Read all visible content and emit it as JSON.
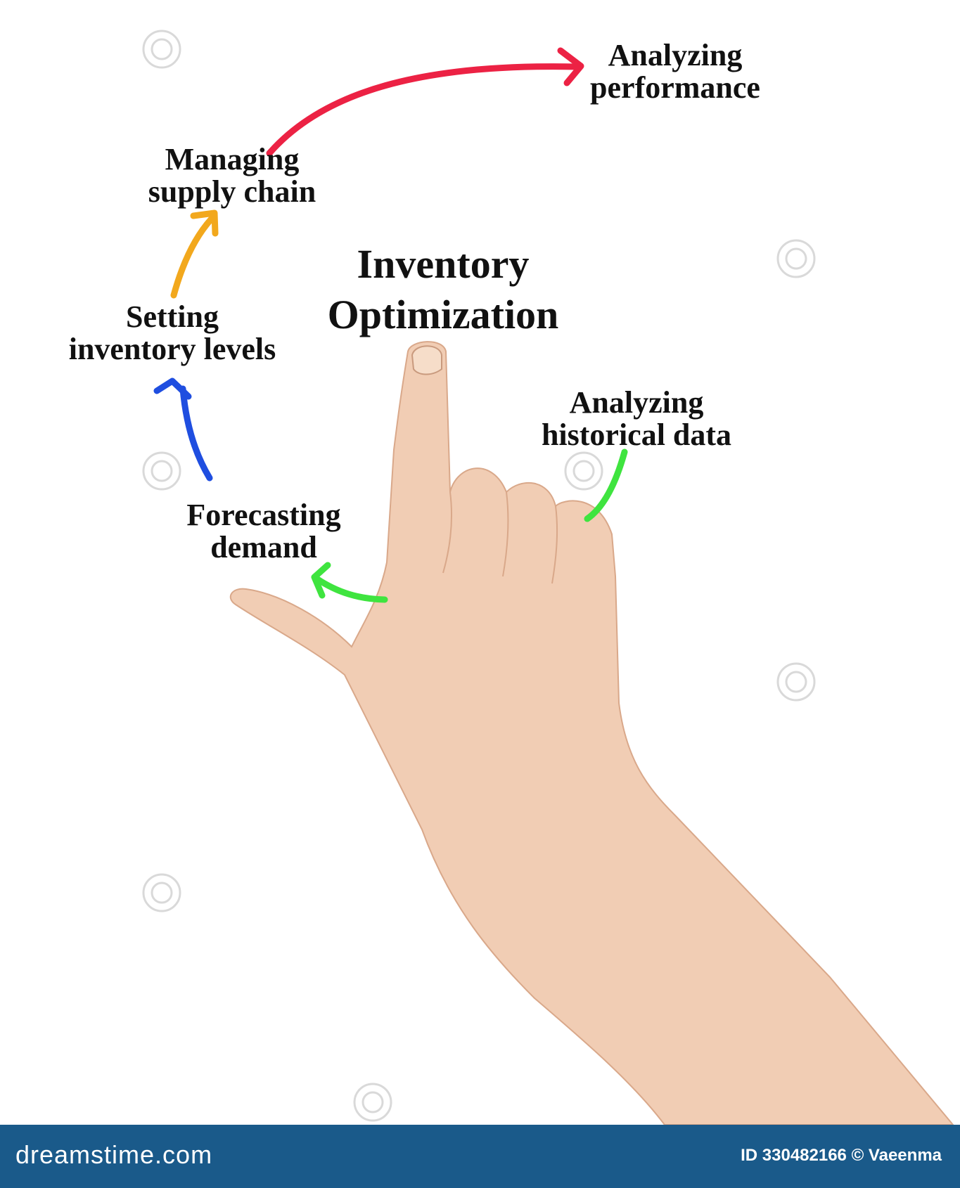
{
  "diagram": {
    "title": "Inventory\nOptimization",
    "steps": [
      {
        "label": "Analyzing\nhistorical  data",
        "arrow_color": "#3fe43f"
      },
      {
        "label": "Forecasting\ndemand",
        "arrow_color": "#1f4ee0"
      },
      {
        "label": "Setting\ninventory levels",
        "arrow_color": "#f2a81d"
      },
      {
        "label": "Managing\nsupply chain",
        "arrow_color": "#ec2244"
      },
      {
        "label": "Analyzing\nperformance",
        "arrow_color": null
      }
    ]
  },
  "footer": {
    "brand": "dreamstime.com",
    "credit": "ID 330482166 © Vaeenma",
    "background_color": "#1a5a8a"
  }
}
